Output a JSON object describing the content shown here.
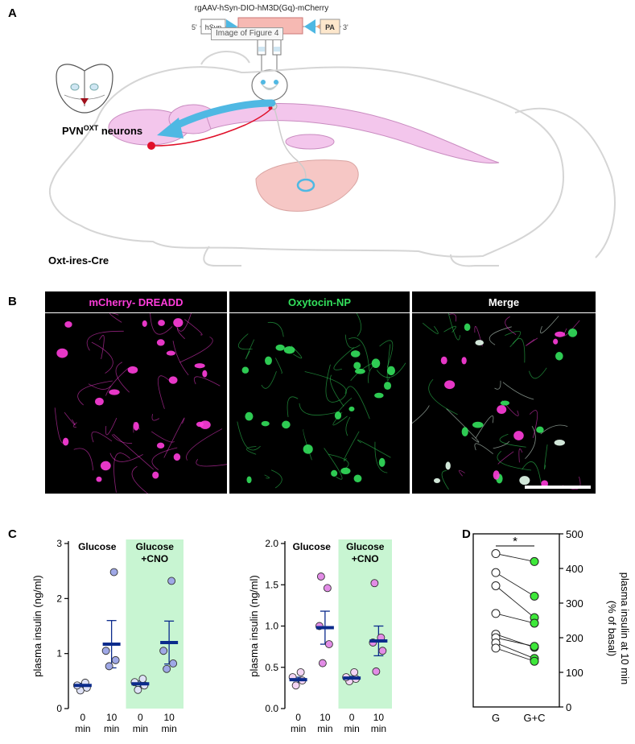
{
  "panel_letters": {
    "a": "A",
    "b": "B",
    "c": "C",
    "d": "D"
  },
  "panel_a": {
    "vector_name": "rgAAV-hSyn-DIO-hM3D(Gq)-mCherry",
    "construct_5prime": "5'",
    "construct_3prime": "3'",
    "promoter": "hSyn",
    "polyA": "PA",
    "tooltip": "Image of Figure 4",
    "neuron_label_main": "PVN",
    "neuron_label_sup": "OXT",
    "neuron_label_rest": " neurons",
    "mouse_line": "Oxt-ires-Cre",
    "colors": {
      "brain": "#f3c6ec",
      "liver": "#f6c7c5",
      "arrow": "#4fb8e3",
      "neuron": "#e0102a",
      "mouse_outline": "#d5d5d5"
    }
  },
  "panel_b": {
    "headers": [
      "mCherry- DREADD",
      "Oxytocin-NP",
      "Merge"
    ],
    "header_colors": [
      "#ff3ddb",
      "#33e05c",
      "#ffffff"
    ]
  },
  "panel_c": {
    "ylabel": "plasma insulin (ng/ml)",
    "group_labels": [
      "Glucose",
      "Glucose",
      "+CNO"
    ],
    "tick_labels_top": [
      "0",
      "10",
      "0",
      "10"
    ],
    "tick_labels_bottom": [
      "min",
      "min",
      "min",
      "min"
    ]
  },
  "panel_d": {
    "ylabel_line1": "plasma insulin at 10 min",
    "ylabel_line2": "(% of basal)",
    "xlabels": [
      "G",
      "G+C"
    ],
    "significance": "*"
  },
  "chart_data": [
    {
      "type": "scatter",
      "id": "C-left",
      "ylabel": "plasma insulin (ng/ml)",
      "ylim": [
        0,
        3
      ],
      "yticks": [
        0,
        1,
        2,
        3
      ],
      "categories": [
        "0 min",
        "10 min",
        "0 min",
        "10 min"
      ],
      "groups": [
        {
          "name": "Glucose",
          "categories": [
            0,
            1
          ]
        },
        {
          "name": "Glucose +CNO",
          "categories": [
            2,
            3
          ],
          "shaded": true
        }
      ],
      "points": [
        [
          0.33,
          0.38,
          0.42,
          0.47
        ],
        [
          0.77,
          0.88,
          1.05,
          2.48
        ],
        [
          0.34,
          0.42,
          0.48,
          0.54
        ],
        [
          0.72,
          0.82,
          1.05,
          2.32
        ]
      ],
      "means": [
        0.42,
        1.17,
        0.45,
        1.2
      ],
      "sem": [
        0.04,
        0.43,
        0.05,
        0.39
      ],
      "point_color": "#9fa8e6",
      "mean_color": "#0b2b8c",
      "shade_color": "#c8f5d2"
    },
    {
      "type": "scatter",
      "id": "C-right",
      "ylabel": "plasma insulin (ng/ml)",
      "ylim": [
        0,
        2.0
      ],
      "yticks": [
        0.0,
        0.5,
        1.0,
        1.5,
        2.0
      ],
      "categories": [
        "0 min",
        "10 min",
        "0 min",
        "10 min"
      ],
      "groups": [
        {
          "name": "Glucose",
          "categories": [
            0,
            1
          ]
        },
        {
          "name": "Glucose +CNO",
          "categories": [
            2,
            3
          ],
          "shaded": true
        }
      ],
      "points": [
        [
          0.28,
          0.34,
          0.38,
          0.44
        ],
        [
          0.55,
          0.78,
          1.0,
          1.46,
          1.6
        ],
        [
          0.33,
          0.36,
          0.38,
          0.44
        ],
        [
          0.45,
          0.7,
          0.8,
          0.86,
          1.52
        ]
      ],
      "means": [
        0.35,
        0.98,
        0.37,
        0.82
      ],
      "sem": [
        0.03,
        0.2,
        0.02,
        0.18
      ],
      "point_color": "#e28ce6",
      "mean_color": "#0b2b8c",
      "shade_color": "#c8f5d2"
    },
    {
      "type": "line",
      "id": "D",
      "ylabel": "plasma insulin at 10 min (% of basal)",
      "ylim": [
        0,
        500
      ],
      "yticks": [
        0,
        100,
        200,
        300,
        400,
        500
      ],
      "categories": [
        "G",
        "G+C"
      ],
      "pairs": [
        [
          443,
          420
        ],
        [
          388,
          320
        ],
        [
          350,
          258
        ],
        [
          270,
          242
        ],
        [
          210,
          172
        ],
        [
          200,
          175
        ],
        [
          185,
          140
        ],
        [
          170,
          132
        ]
      ],
      "significance": "*",
      "colors": {
        "G": "#ffffff",
        "G+C": "#3ee83a"
      }
    }
  ]
}
